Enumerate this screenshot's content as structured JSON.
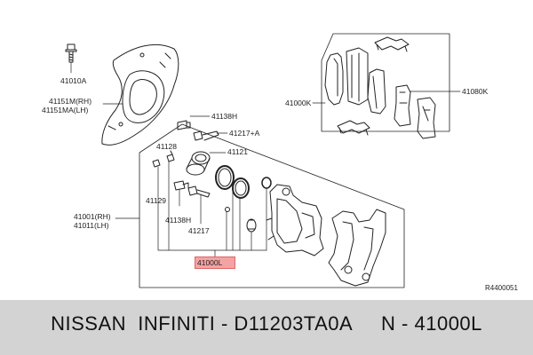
{
  "diagram": {
    "labels": {
      "l41010a": "41010A",
      "l41151m": "41151M(RH)",
      "l41151ma": "41151MA(LH)",
      "l41138h_top": "41138H",
      "l41217a": "41217+A",
      "l41128": "41128",
      "l41121": "41121",
      "l41129": "41129",
      "l41138h_bot": "41138H",
      "l41217": "41217",
      "l41001": "41001(RH)",
      "l41011": "41011(LH)",
      "l41000k": "41000K",
      "l41080k": "41080K",
      "l41000l": "41000L",
      "ref": "R4400051"
    }
  },
  "footer": {
    "text": "NISSAN  INFINITI - D11203TA0A     N - 41000L"
  }
}
